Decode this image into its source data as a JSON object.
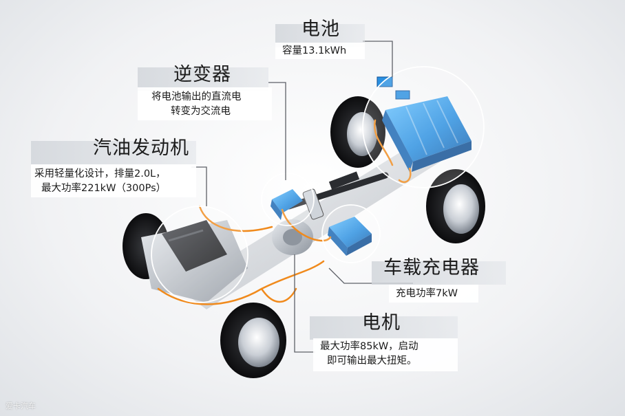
{
  "callouts": {
    "battery": {
      "title": "电池",
      "line1": "容量13.1kWh"
    },
    "inverter": {
      "title": "逆变器",
      "line1": "将电池输出的直流电",
      "line2": "转变为交流电"
    },
    "engine": {
      "title": "汽油发动机",
      "line1": "采用轻量化设计，排量2.0L，",
      "line2": "最大功率221kW（300Ps）"
    },
    "charger": {
      "title": "车载充电器",
      "line1": "充电功率7kW"
    },
    "motor": {
      "title": "电机",
      "line1": "最大功率85kW，启动",
      "line2": "即可输出最大扭矩。"
    }
  },
  "watermark": "爱卡汽车",
  "colors": {
    "battery_blue": "#2a8fe0",
    "cable_orange": "#f08a1c",
    "engine_black": "#1c1d20",
    "callout_line": "#5d6067"
  }
}
